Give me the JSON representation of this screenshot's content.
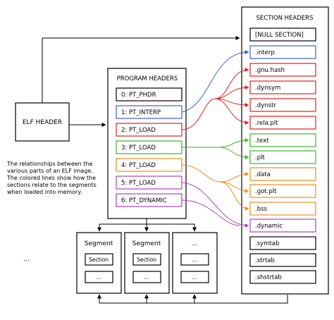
{
  "elf_header": {
    "label": "ELF HEADER"
  },
  "program_headers": {
    "title": "PROGRAM HEADERS",
    "entries": [
      {
        "label": "0: PT_PHDR"
      },
      {
        "label": "1: PT_INTERP"
      },
      {
        "label": "2: PT_LOAD"
      },
      {
        "label": "3: PT_LOAD"
      },
      {
        "label": "4: PT_LOAD"
      },
      {
        "label": "5: PT_LOAD"
      },
      {
        "label": "6: PT_DYNAMIC"
      }
    ]
  },
  "section_headers": {
    "title": "SECTION HEADERS",
    "entries": [
      {
        "label": "[NULL SECTION]"
      },
      {
        "label": ".interp"
      },
      {
        "label": ".gnu.hash"
      },
      {
        "label": ".dynsym"
      },
      {
        "label": ".dynstr"
      },
      {
        "label": ".rela.plt"
      },
      {
        "label": ".text"
      },
      {
        "label": ".plt"
      },
      {
        "label": ".data"
      },
      {
        "label": ".got.plt"
      },
      {
        "label": ".bss"
      },
      {
        "label": ".dynamic"
      },
      {
        "label": ".symtab"
      },
      {
        "label": ".strtab"
      },
      {
        "label": ".shstrtab"
      }
    ]
  },
  "segments": [
    {
      "title": "Segment",
      "inner_top": "Section",
      "inner_bottom": "..."
    },
    {
      "title": "Segment",
      "inner_top": "Section",
      "inner_bottom": "..."
    },
    {
      "title": "...",
      "inner_top": "...",
      "inner_bottom": "..."
    }
  ],
  "caption": "The relationships between the various parts of an ELF image. The colored lines show how the sections relate to the segments when loaded into memory.",
  "ellipsis": "...",
  "colors": {
    "interp": "#3a5fcd",
    "red": "#e02020",
    "green": "#40b030",
    "orange": "#f08c1e",
    "purple": "#b040c0",
    "black": "#000000"
  }
}
